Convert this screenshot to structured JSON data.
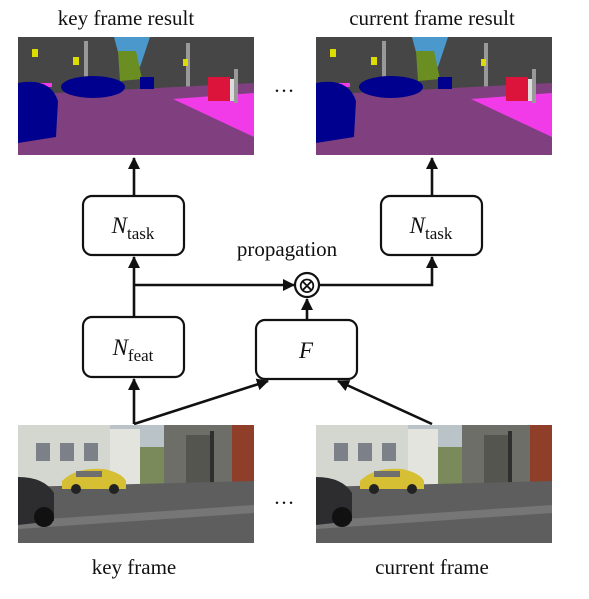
{
  "captions": {
    "key_result": "key frame result",
    "current_result": "current frame result",
    "key_frame": "key frame",
    "current_frame": "current frame",
    "propagation": "propagation",
    "ellipsis_top": "…",
    "ellipsis_bottom": "…"
  },
  "nodes": {
    "ntask_left": {
      "main": "N",
      "sub": "task"
    },
    "ntask_right": {
      "main": "N",
      "sub": "task"
    },
    "nfeat": {
      "main": "N",
      "sub": "feat"
    },
    "flow_f": {
      "main": "F"
    },
    "combine_symbol": "⊗"
  },
  "colors": {
    "line": "#111111",
    "seg_sky": "#4a98cc",
    "seg_building": "#464646",
    "seg_vegetation": "#6b8e23",
    "seg_road": "#80407f",
    "seg_sidewalk": "#f23be8",
    "seg_car": "#00008e",
    "seg_person": "#dc143c",
    "seg_pole": "#999999",
    "seg_sign": "#dcdc00"
  }
}
